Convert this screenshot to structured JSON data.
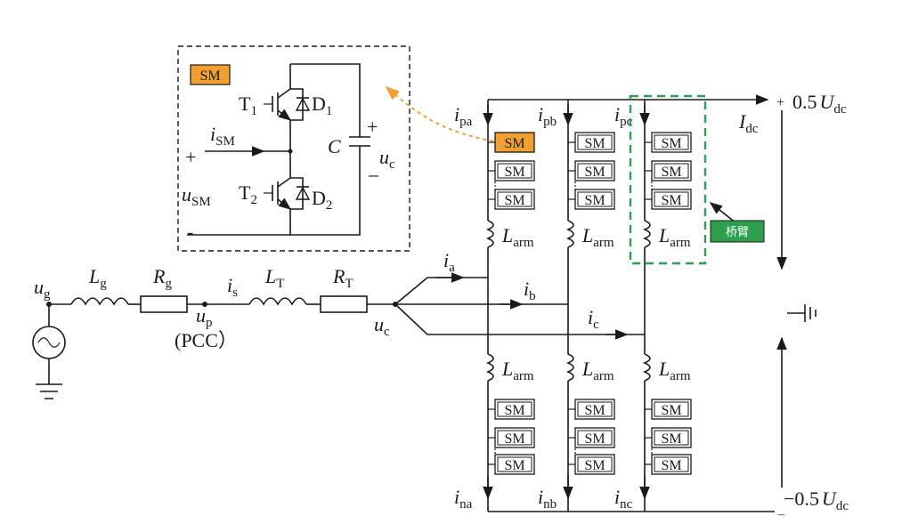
{
  "submodule": {
    "tag": "SM",
    "transistor_upper": "T",
    "transistor_upper_sub": "1",
    "diode_upper": "D",
    "diode_upper_sub": "1",
    "transistor_lower": "T",
    "transistor_lower_sub": "2",
    "diode_lower": "D",
    "diode_lower_sub": "2",
    "current": "i",
    "current_sub": "SM",
    "voltage": "u",
    "voltage_sub": "SM",
    "plus": "+",
    "minus": "-",
    "capacitor": "C",
    "cap_voltage": "u",
    "cap_voltage_sub": "c",
    "cap_plus": "+",
    "cap_minus": "–"
  },
  "grid": {
    "ug": "u",
    "ug_sub": "g",
    "Lg": "L",
    "Lg_sub": "g",
    "Rg": "R",
    "Rg_sub": "g",
    "is": "i",
    "is_sub": "s",
    "up": "u",
    "up_sub": "p",
    "pcc": "(PCC）",
    "LT": "L",
    "LT_sub": "T",
    "RT": "R",
    "RT_sub": "T",
    "uc": "u",
    "uc_sub": "c"
  },
  "phase_currents": {
    "ia": "i",
    "ia_sub": "a",
    "ib": "i",
    "ib_sub": "b",
    "ic": "i",
    "ic_sub": "c"
  },
  "arms": {
    "upper_currents": [
      {
        "main": "i",
        "sub": "pa"
      },
      {
        "main": "i",
        "sub": "pb"
      },
      {
        "main": "i",
        "sub": "pc"
      }
    ],
    "lower_currents": [
      {
        "main": "i",
        "sub": "na"
      },
      {
        "main": "i",
        "sub": "nb"
      },
      {
        "main": "i",
        "sub": "nc"
      }
    ],
    "inductor_main": "L",
    "inductor_sub": "arm",
    "sm_label": "SM",
    "bridge_arm_tag": "桥臂"
  },
  "dc": {
    "pos_sign": "+",
    "pos_value": "0.5",
    "pos_main": "U",
    "pos_sub": "dc",
    "neg_value": "−0.5",
    "neg_main": "U",
    "neg_sub": "dc",
    "neg_sign": "–",
    "current_main": "I",
    "current_sub": "dc"
  },
  "colors": {
    "highlight_sm": "#f0a030",
    "bridge_arm_box": "#2e9e4f",
    "bridge_tag_fill": "#2e9e4f",
    "dashed_arrow": "#f0a030"
  }
}
